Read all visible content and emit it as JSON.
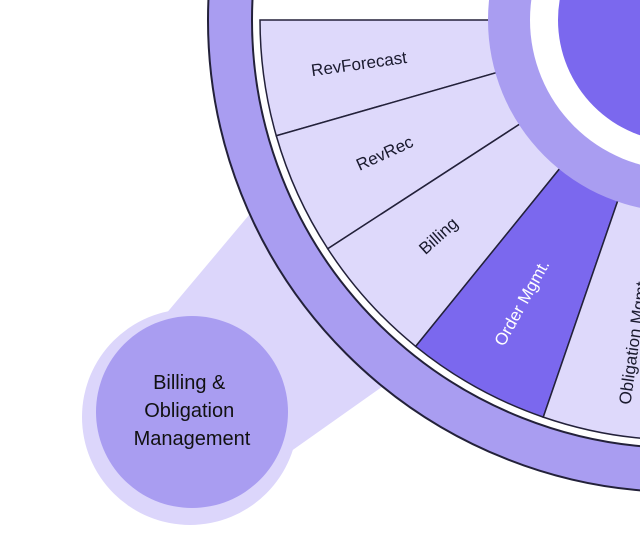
{
  "colors": {
    "outer_ring": "#a99df1",
    "segment": "#ded9fb",
    "segment_active": "#7b68ee",
    "inner_ring": "#a99df1",
    "core": "#7b68ee",
    "stroke": "#23213a",
    "connector": "#dcd6fb",
    "hub_outer": "#dcd6fb",
    "hub_inner": "#a99df1"
  },
  "wheel": {
    "segments": [
      {
        "label": "RevForecast",
        "active": false
      },
      {
        "label": "RevRec",
        "active": false
      },
      {
        "label": "Billing",
        "active": false
      },
      {
        "label": "Order Mgmt.",
        "active": true
      },
      {
        "label": "Obligation Mgmt.",
        "active": false
      }
    ]
  },
  "hub": {
    "lines": [
      "Billing &",
      "Obligation",
      "Management"
    ]
  }
}
